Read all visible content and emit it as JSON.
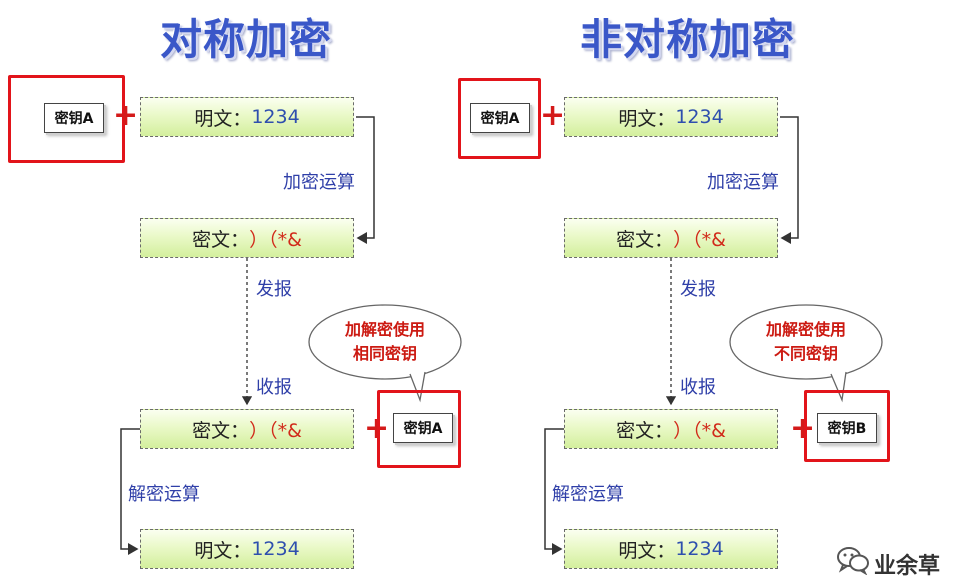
{
  "left": {
    "title": "对称加密",
    "key_top": "密钥A",
    "plain_top": {
      "label": "明文：",
      "value": "1234"
    },
    "op_encrypt": "加密运算",
    "cipher_top": {
      "label": "密文：",
      "value": "）（*&"
    },
    "send": "发报",
    "bubble_line1": "加解密使用",
    "bubble_line2": "相同密钥",
    "receive": "收报",
    "cipher_bottom": {
      "label": "密文：",
      "value": "）（*&"
    },
    "key_bottom": "密钥A",
    "op_decrypt": "解密运算",
    "plain_bottom": {
      "label": "明文：",
      "value": "1234"
    }
  },
  "right": {
    "title": "非对称加密",
    "key_top": "密钥A",
    "plain_top": {
      "label": "明文：",
      "value": "1234"
    },
    "op_encrypt": "加密运算",
    "cipher_top": {
      "label": "密文：",
      "value": "）（*&"
    },
    "send": "发报",
    "bubble_line1": "加解密使用",
    "bubble_line2": "不同密钥",
    "receive": "收报",
    "cipher_bottom": {
      "label": "密文：",
      "value": "）（*&"
    },
    "key_bottom": "密钥B",
    "op_decrypt": "解密运算",
    "plain_bottom": {
      "label": "明文：",
      "value": "1234"
    }
  },
  "plus_sign": "+",
  "watermark": "业余草",
  "watermark_icon": "wechat-icon",
  "colors": {
    "title": "#3a57c8",
    "frame": "#e2141a",
    "operation": "#2f3fa8",
    "cipher_value": "#d12a1a",
    "plain_value": "#2e4fae"
  }
}
